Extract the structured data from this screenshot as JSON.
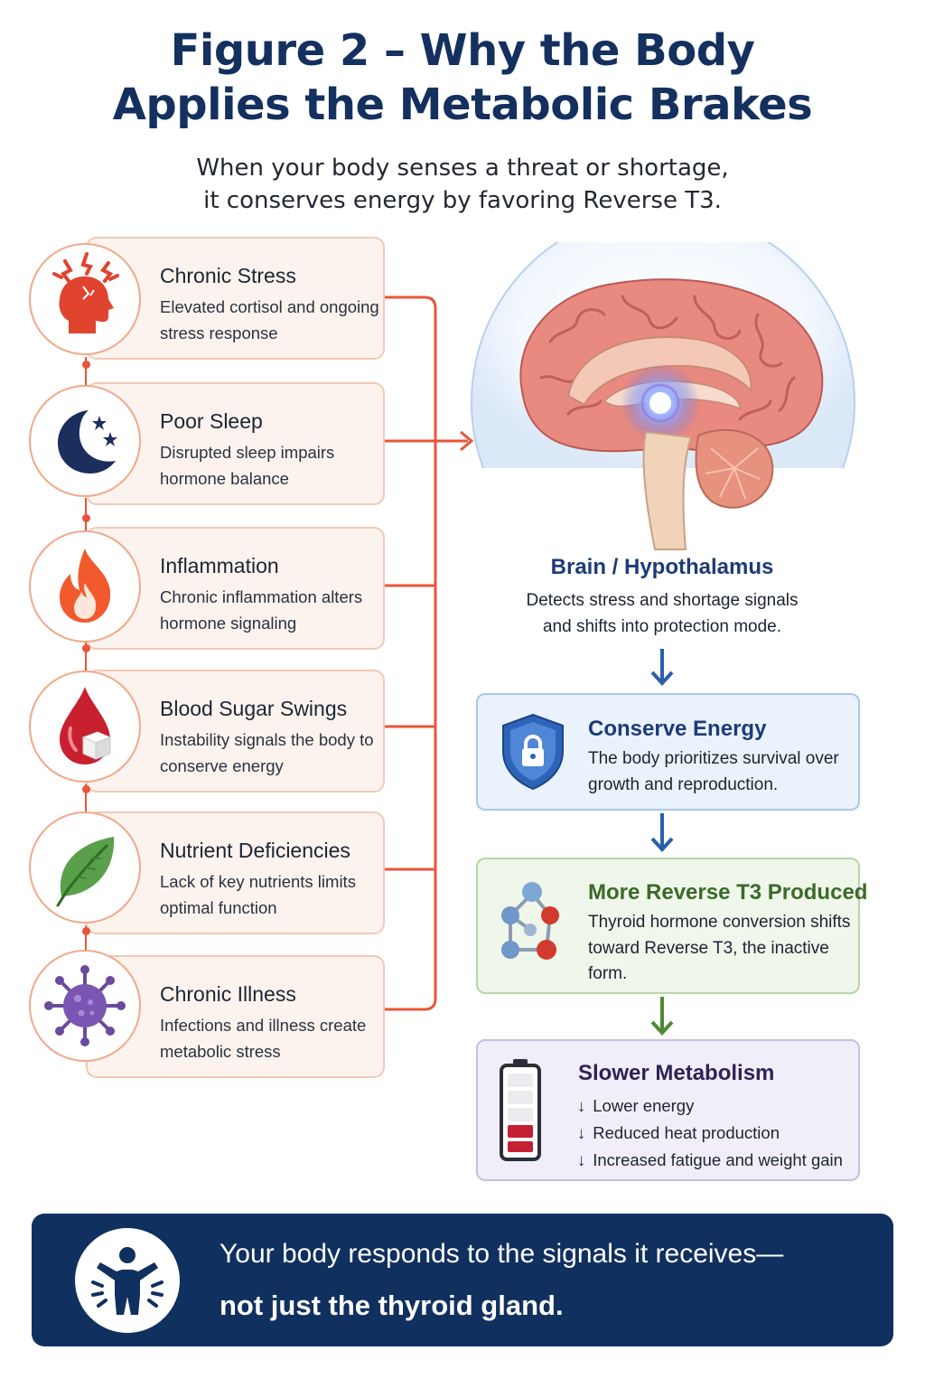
{
  "header": {
    "title_line1": "Figure 2 – Why the Body",
    "title_line2": "Applies the Metabolic Brakes",
    "subtitle_line1": "When your body senses a threat or shortage,",
    "subtitle_line2": "it conserves energy by favoring Reverse T3."
  },
  "triggers": [
    {
      "icon": "stressed-head-icon",
      "title": "Chronic Stress",
      "desc": "Elevated cortisol and ongoing stress response"
    },
    {
      "icon": "moon-stars-icon",
      "title": "Poor Sleep",
      "desc": "Disrupted sleep impairs hormone balance"
    },
    {
      "icon": "flame-icon",
      "title": "Inflammation",
      "desc": "Chronic inflammation alters hormone signaling"
    },
    {
      "icon": "blood-drop-sugar-cube-icon",
      "title": "Blood Sugar Swings",
      "desc": "Instability signals the body to conserve energy"
    },
    {
      "icon": "leaf-icon",
      "title": "Nutrient Deficiencies",
      "desc": "Lack of key nutrients limits optimal function"
    },
    {
      "icon": "virus-icon",
      "title": "Chronic Illness",
      "desc": "Infections and illness create metabolic stress"
    }
  ],
  "brain": {
    "icon": "brain-icon",
    "title": "Brain / Hypothalamus",
    "desc_line1": "Detects stress and shortage signals",
    "desc_line2": "and shifts into protection mode."
  },
  "steps": {
    "conserve": {
      "icon": "shield-lock-icon",
      "title": "Conserve Energy",
      "desc": "The body prioritizes survival over growth and reproduction."
    },
    "reverse_t3": {
      "icon": "molecule-icon",
      "title": "More Reverse T3 Produced",
      "desc": "Thyroid hormone conversion shifts toward Reverse T3, the inactive form."
    },
    "slower": {
      "icon": "low-battery-icon",
      "title": "Slower Metabolism",
      "bullet_symbol": "↓",
      "bullets": [
        "Lower energy",
        "Reduced heat production",
        "Increased fatigue and weight gain"
      ]
    }
  },
  "footer": {
    "icon": "person-radiating-icon",
    "line1": "Your body responds to the signals it receives—",
    "line2": "not just the thyroid gland."
  },
  "colors": {
    "title": "#14305f",
    "connector": "#e8553a",
    "trigger_card_bg": "#fdf3ee",
    "conserve_accent": "#1d3b78",
    "reverse_t3_accent": "#3a6a28",
    "slower_accent": "#2c2357",
    "footer_bg": "#10305f"
  }
}
